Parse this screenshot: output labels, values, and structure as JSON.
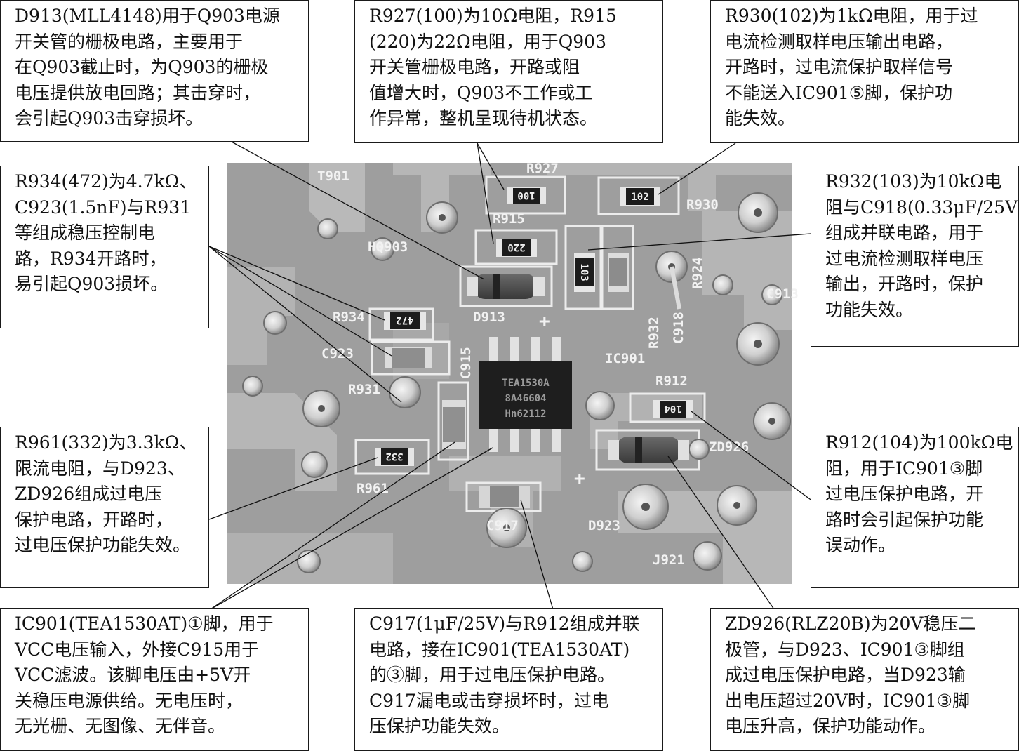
{
  "annotations": [
    {
      "id": "d913",
      "text": "D913(MLL4148)用于Q903电源\n开关管的栅极电路，主要用于\n在Q903截止时，为Q903的栅极\n电压提供放电回路；其击穿时，\n会引起Q903击穿损坏。"
    },
    {
      "id": "r927",
      "text": "R927(100)为10Ω电阻，R915\n(220)为22Ω电阻，用于Q903\n开关管栅极电路，开路或阻\n值增大时，Q903不工作或工\n作异常，整机呈现待机状态。"
    },
    {
      "id": "r930",
      "text": "R930(102)为1kΩ电阻，用于过\n电流检测取样电压输出电路，\n开路时，过电流保护取样信号\n不能送入IC901⑤脚，保护功\n能失效。"
    },
    {
      "id": "r934",
      "text": "R934(472)为4.7kΩ、\nC923(1.5nF)与R931\n等组成稳压控制电\n路，R934开路时，\n易引起Q903损坏。"
    },
    {
      "id": "r932",
      "text": "R932(103)为10kΩ电\n阻与C918(0.33μF/25V)\n组成并联电路，用于\n过电流检测取样电压\n输出，开路时，保护\n功能失效。"
    },
    {
      "id": "r961",
      "text": "R961(332)为3.3kΩ、\n限流电阻，与D923、\nZD926组成过电压\n保护电路，开路时，\n过电压保护功能失效。"
    },
    {
      "id": "r912",
      "text": "R912(104)为100kΩ电\n阻，用于IC901③脚\n过电压保护电路，开\n路时会引起保护功能\n误动作。"
    },
    {
      "id": "ic901",
      "text": "IC901(TEA1530AT)①脚，用于\nVCC电压输入，外接C915用于\nVCC滤波。该脚电压由+5V开\n关稳压电源供给。无电压时，\n无光栅、无图像、无伴音。"
    },
    {
      "id": "c917",
      "text": "C917(1μF/25V)与R912组成并联\n电路，接在IC901(TEA1530AT)\n的③脚，用于过电压保护电路。\nC917漏电或击穿损坏时，过电\n压保护功能失效。"
    },
    {
      "id": "zd926",
      "text": "ZD926(RLZ20B)为20V稳压二\n极管，与D923、IC901③脚组\n成过电压保护电路，当D923输\n出电压超过20V时，IC901③脚\n电压升高，保护功能动作。"
    }
  ],
  "pcb_labels": {
    "t901": "T901",
    "r927": "R927",
    "r915": "R915",
    "r930": "R930",
    "hq903": "HQ903",
    "r924": "R924",
    "c913": "C913",
    "r934": "R934",
    "d913": "D913",
    "r932": "R932",
    "c918": "C918",
    "c923": "C923",
    "c915": "C915",
    "ic901": "IC901",
    "r912": "R912",
    "r931": "R931",
    "zd926": "ZD926",
    "r961": "R961",
    "c917": "C917",
    "d923": "D923",
    "j921": "J921",
    "plus1": "+",
    "plus2": "+"
  },
  "chip_marks": {
    "r927": "100",
    "r930": "102",
    "r915": "220",
    "r932": "103",
    "r934": "472",
    "r912": "104",
    "r961": "332",
    "ic_line1": "TEA1530A",
    "ic_line2": "8A46604",
    "ic_line3": "Hn62112"
  }
}
